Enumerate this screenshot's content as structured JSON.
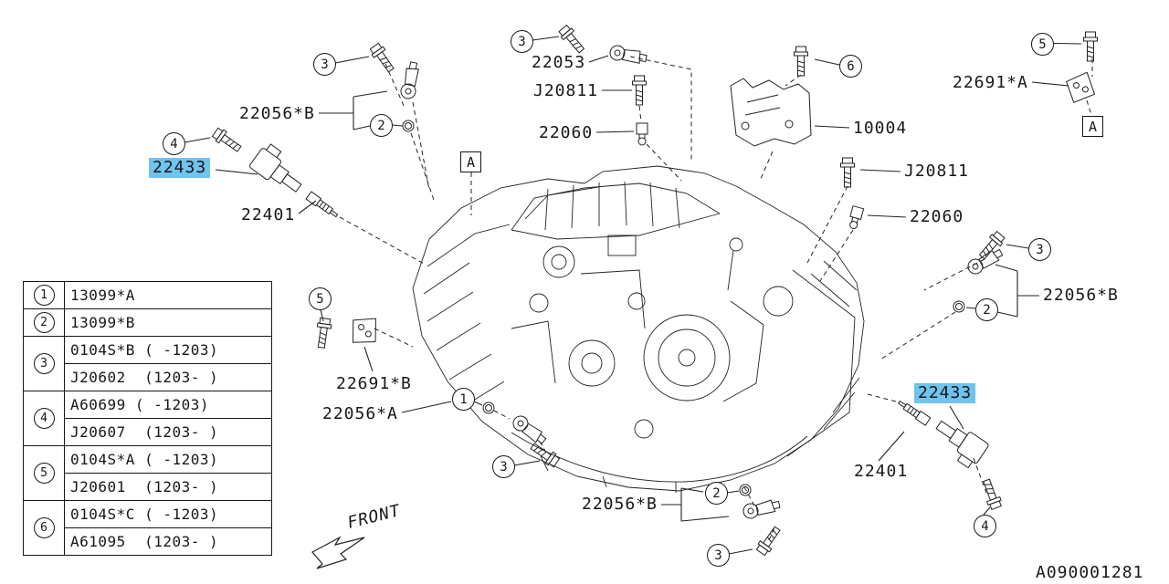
{
  "page": {
    "background": "#ffffff",
    "line_color": "#222222",
    "highlight_color": "#6fc3ee",
    "diagram_code": "A090001281",
    "front_label": "FRONT",
    "section_marker": "A"
  },
  "part_labels": {
    "p22053": "22053",
    "pJ20811_top": "J20811",
    "p22060_top": "22060",
    "p22056B_topleft": "22056*B",
    "p10004": "10004",
    "p22691A": "22691*A",
    "p22433_left": "22433",
    "p22401_left": "22401",
    "pJ20811_right": "J20811",
    "p22060_right": "22060",
    "p22056B_right": "22056*B",
    "p22691B": "22691*B",
    "p22056A": "22056*A",
    "p22433_right": "22433",
    "p22401_right": "22401",
    "p22056B_bottom": "22056*B"
  },
  "callouts": {
    "c1": "1",
    "c2": "2",
    "c3": "3",
    "c4": "4",
    "c5": "5",
    "c6": "6"
  },
  "legend_table": {
    "rows": [
      {
        "num": "1",
        "lines": [
          "13099*A"
        ]
      },
      {
        "num": "2",
        "lines": [
          "13099*B"
        ]
      },
      {
        "num": "3",
        "lines": [
          "0104S*B ( -1203)",
          "J20602  (1203- )"
        ]
      },
      {
        "num": "4",
        "lines": [
          "A60699 ( -1203)",
          "J20607  (1203- )"
        ]
      },
      {
        "num": "5",
        "lines": [
          "0104S*A ( -1203)",
          "J20601  (1203- )"
        ]
      },
      {
        "num": "6",
        "lines": [
          "0104S*C ( -1203)",
          "A61095  (1203- )"
        ]
      }
    ]
  }
}
